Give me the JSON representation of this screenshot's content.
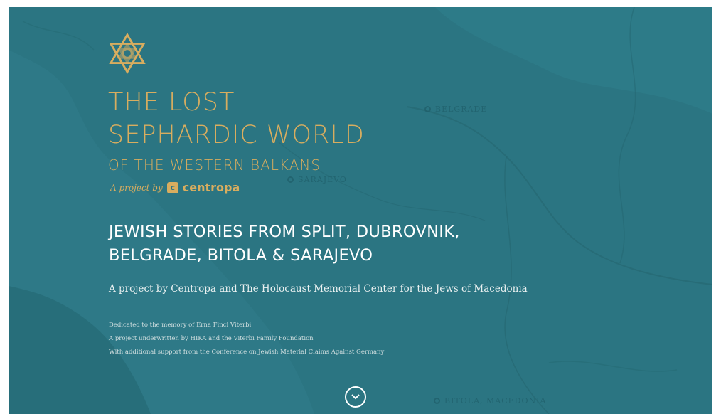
{
  "header": {
    "title_line1": "The lost",
    "title_line2": "Sephardic world",
    "title_line3": "of the  western Balkans",
    "byline_prefix": "A project by",
    "logo_mark": "c",
    "logo_name": "centropa"
  },
  "main": {
    "headline_line1": "JEWISH STORIES FROM SPLIT, DUBROVNIK,",
    "headline_line2": "BELGRADE, BITOLA & SARAJEVO",
    "subline": "A project by Centropa and The Holocaust Memorial Center for the Jews of Macedonia",
    "credits": [
      "Dedicated to the memory of Erna Finci Viterbi",
      "A project underwritten by HIKA and the Viterbi Family Foundation",
      "With additional support from the Conference on Jewish Material Claims Against Germany"
    ]
  },
  "map": {
    "cities": [
      "BELGRADE",
      "SARAJEVO",
      "BITOLA, MACEDONIA"
    ]
  },
  "icons": {
    "star": "star-of-david-icon",
    "scroll": "chevron-down-circle-icon"
  },
  "colors": {
    "background": "#2b7582",
    "gold": "#d8ad5f",
    "text": "#ffffff"
  }
}
